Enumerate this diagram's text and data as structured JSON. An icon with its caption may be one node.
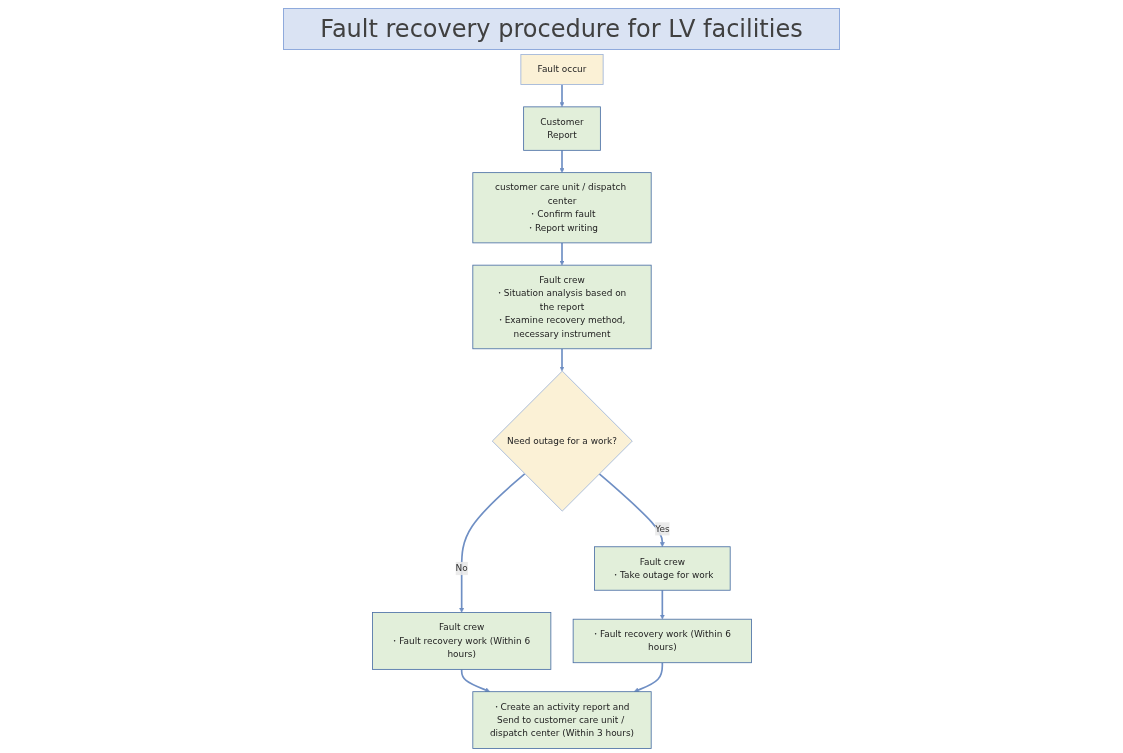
{
  "diagram": {
    "title": "Fault recovery procedure for LV facilities",
    "nodes": [
      {
        "text": [
          "Fault occur"
        ]
      },
      {
        "text": [
          "Customer",
          "Report"
        ]
      },
      {
        "text": [
          "customer care unit / dispatch center",
          "・Confirm fault",
          "・Report writing"
        ]
      },
      {
        "text": [
          "Fault crew",
          "・Situation analysis based on the report",
          "・Examine recovery method, necessary instrument"
        ]
      },
      {
        "text": [
          "Need outage for a work?"
        ]
      },
      {
        "text": [
          "Fault crew",
          "・Fault recovery work (Within 6 hours)"
        ]
      },
      {
        "text": [
          "Fault crew",
          "・Take outage for work"
        ]
      },
      {
        "text": [
          "・Fault recovery work (Within 6 hours)"
        ]
      },
      {
        "text": [
          "・Create an activity report and Send to customer care unit / dispatch center (Within 3 hours)"
        ]
      }
    ],
    "edges": [
      {
        "from": 0,
        "to": 1,
        "arrow": "to"
      },
      {
        "from": 1,
        "to": 2,
        "arrow": "to"
      },
      {
        "from": 2,
        "to": 3,
        "arrow": "to"
      },
      {
        "from": 3,
        "to": 4,
        "arrow": "to"
      },
      {
        "from": 4,
        "to": 5,
        "arrow": "to",
        "label": "No"
      },
      {
        "from": 4,
        "to": 6,
        "arrow": "to",
        "label": "Yes"
      },
      {
        "from": 6,
        "to": 7,
        "arrow": "to"
      },
      {
        "from": 5,
        "to": 8,
        "arrow": "to"
      },
      {
        "from": 7,
        "to": 8,
        "arrow": "to"
      }
    ]
  }
}
